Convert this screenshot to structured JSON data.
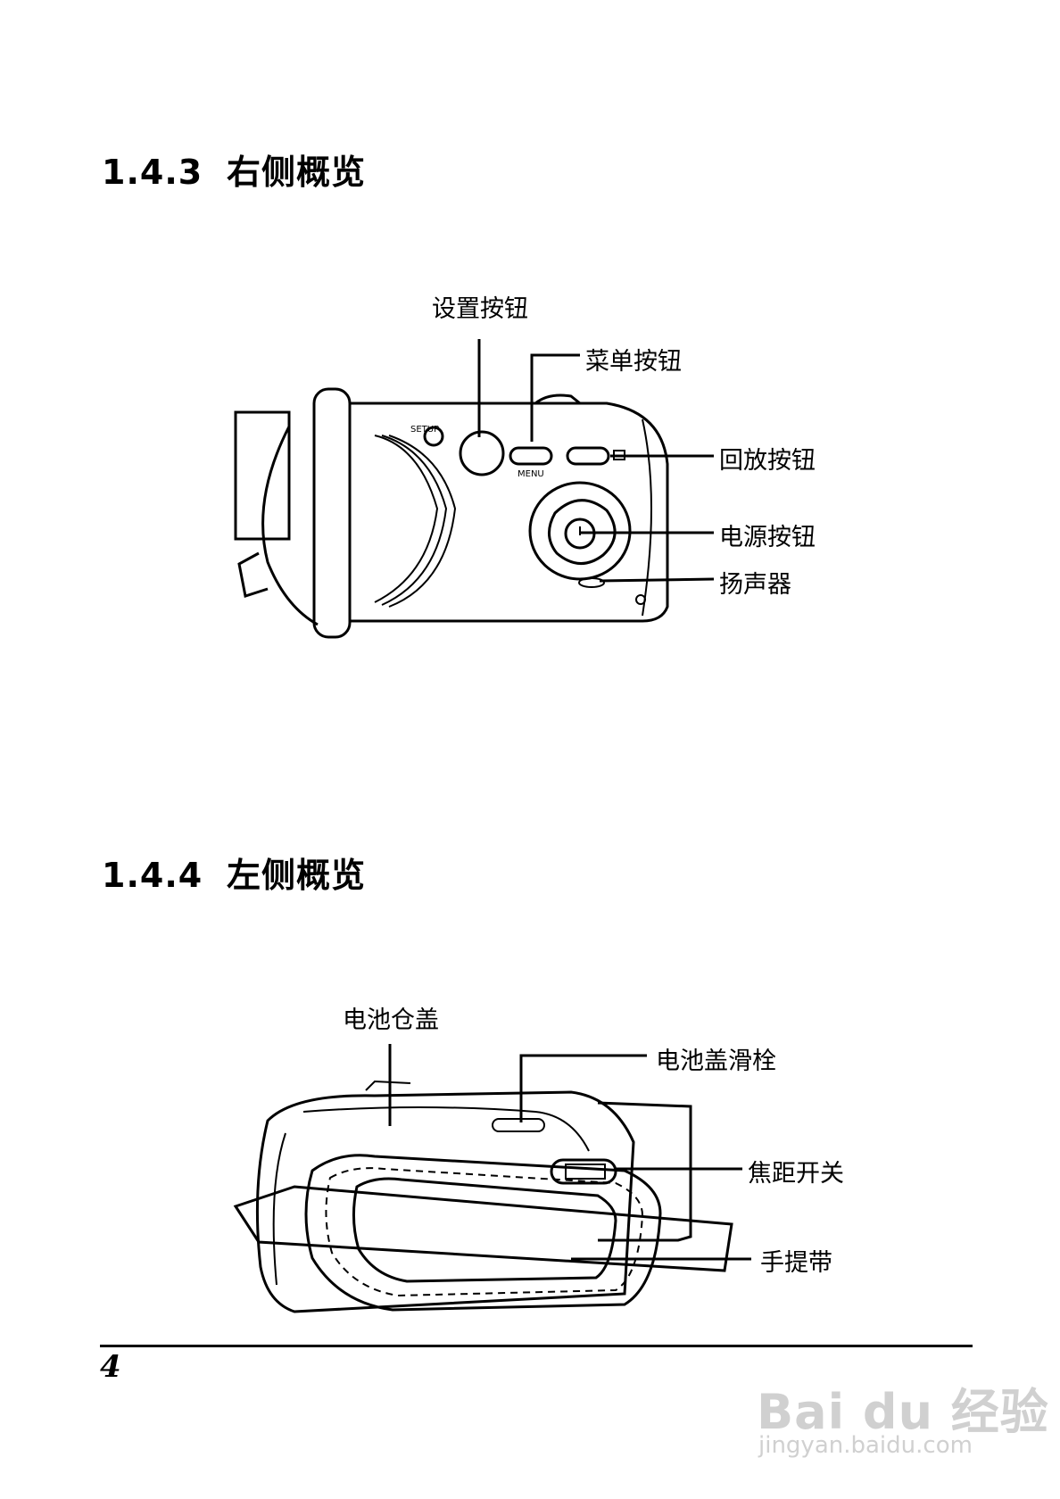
{
  "section1": {
    "number": "1.4.3",
    "title": "右侧概览",
    "labels": {
      "setup": "设置按钮",
      "menu": "菜单按钮",
      "playback": "回放按钮",
      "power": "电源按钮",
      "speaker": "扬声器"
    },
    "device_text": {
      "setup": "SETUP",
      "menu": "MENU"
    }
  },
  "section2": {
    "number": "1.4.4",
    "title": "左侧概览",
    "labels": {
      "battery_cover": "电池仓盖",
      "battery_latch": "电池盖滑栓",
      "focus_switch": "焦距开关",
      "hand_strap": "手提带"
    }
  },
  "footer": {
    "page_number": "4"
  },
  "watermark": {
    "brand": "Bai du 经验",
    "url": "jingyan.baidu.com"
  }
}
